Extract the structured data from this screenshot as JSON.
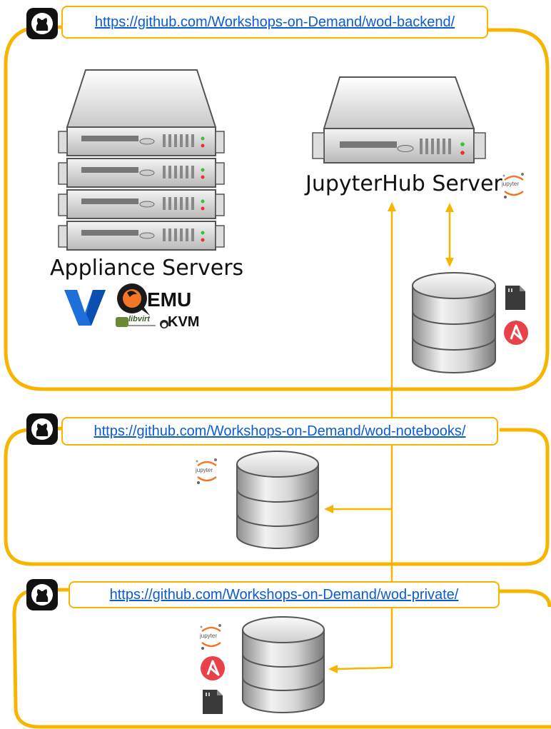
{
  "repos": [
    {
      "url": "https://github.com/Workshops-on-Demand/wod-backend/"
    },
    {
      "url": "https://github.com/Workshops-on-Demand/wod-notebooks/"
    },
    {
      "url": "https://github.com/Workshops-on-Demand/wod-private/"
    }
  ],
  "backend": {
    "appliance_label": "Appliance Servers",
    "jupyterhub_label": "JupyterHub Server",
    "virt_logos": {
      "qemu": "EMU",
      "kvm": "KVM",
      "libvirt": "libvirt"
    }
  },
  "icons": {
    "github": "github-icon",
    "jupyter": "jupyter-icon",
    "ansible": "ansible-icon",
    "file": "file-icon",
    "vmware": "vmware-icon"
  },
  "jupyter_badge_text": "jupyter",
  "colors": {
    "frame": "#F7B500",
    "link": "#0b5bd3",
    "ansible": "#E8414A",
    "jupyter_orange": "#F37726",
    "vmware_blue": "#1E6FD9"
  }
}
